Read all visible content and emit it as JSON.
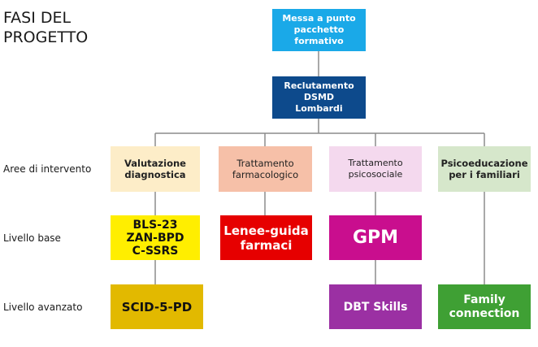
{
  "title": "FASI DEL\nPROGETTO",
  "top_boxes": [
    {
      "label": "Messa a punto\npacchetto\nformativo"
    },
    {
      "label": "Reclutamento\nDSMD\nLombardi"
    }
  ],
  "row_labels": {
    "areas": "Aree di intervento",
    "base": "Livello base",
    "advanced": "Livello avanzato"
  },
  "areas": [
    {
      "label": "Valutazione\ndiagnostica"
    },
    {
      "label": "Trattamento\nfarmacologico"
    },
    {
      "label": "Trattamento\npsicosociale"
    },
    {
      "label": "Psicoeducazione\nper i familiari"
    }
  ],
  "base_level": [
    {
      "label": "BLS-23\nZAN-BPD\nC-SSRS"
    },
    {
      "label": "Lenee-guida\nfarmaci"
    },
    {
      "label": "GPM"
    }
  ],
  "advanced_level": [
    {
      "label": "SCID-5-PD"
    },
    {
      "label": "DBT Skills"
    },
    {
      "label": "Family\nconnection"
    }
  ],
  "colors": {
    "messa": "#1aa9e8",
    "reclutamento": "#0d4a8c",
    "connector": "#8c8c8c"
  }
}
